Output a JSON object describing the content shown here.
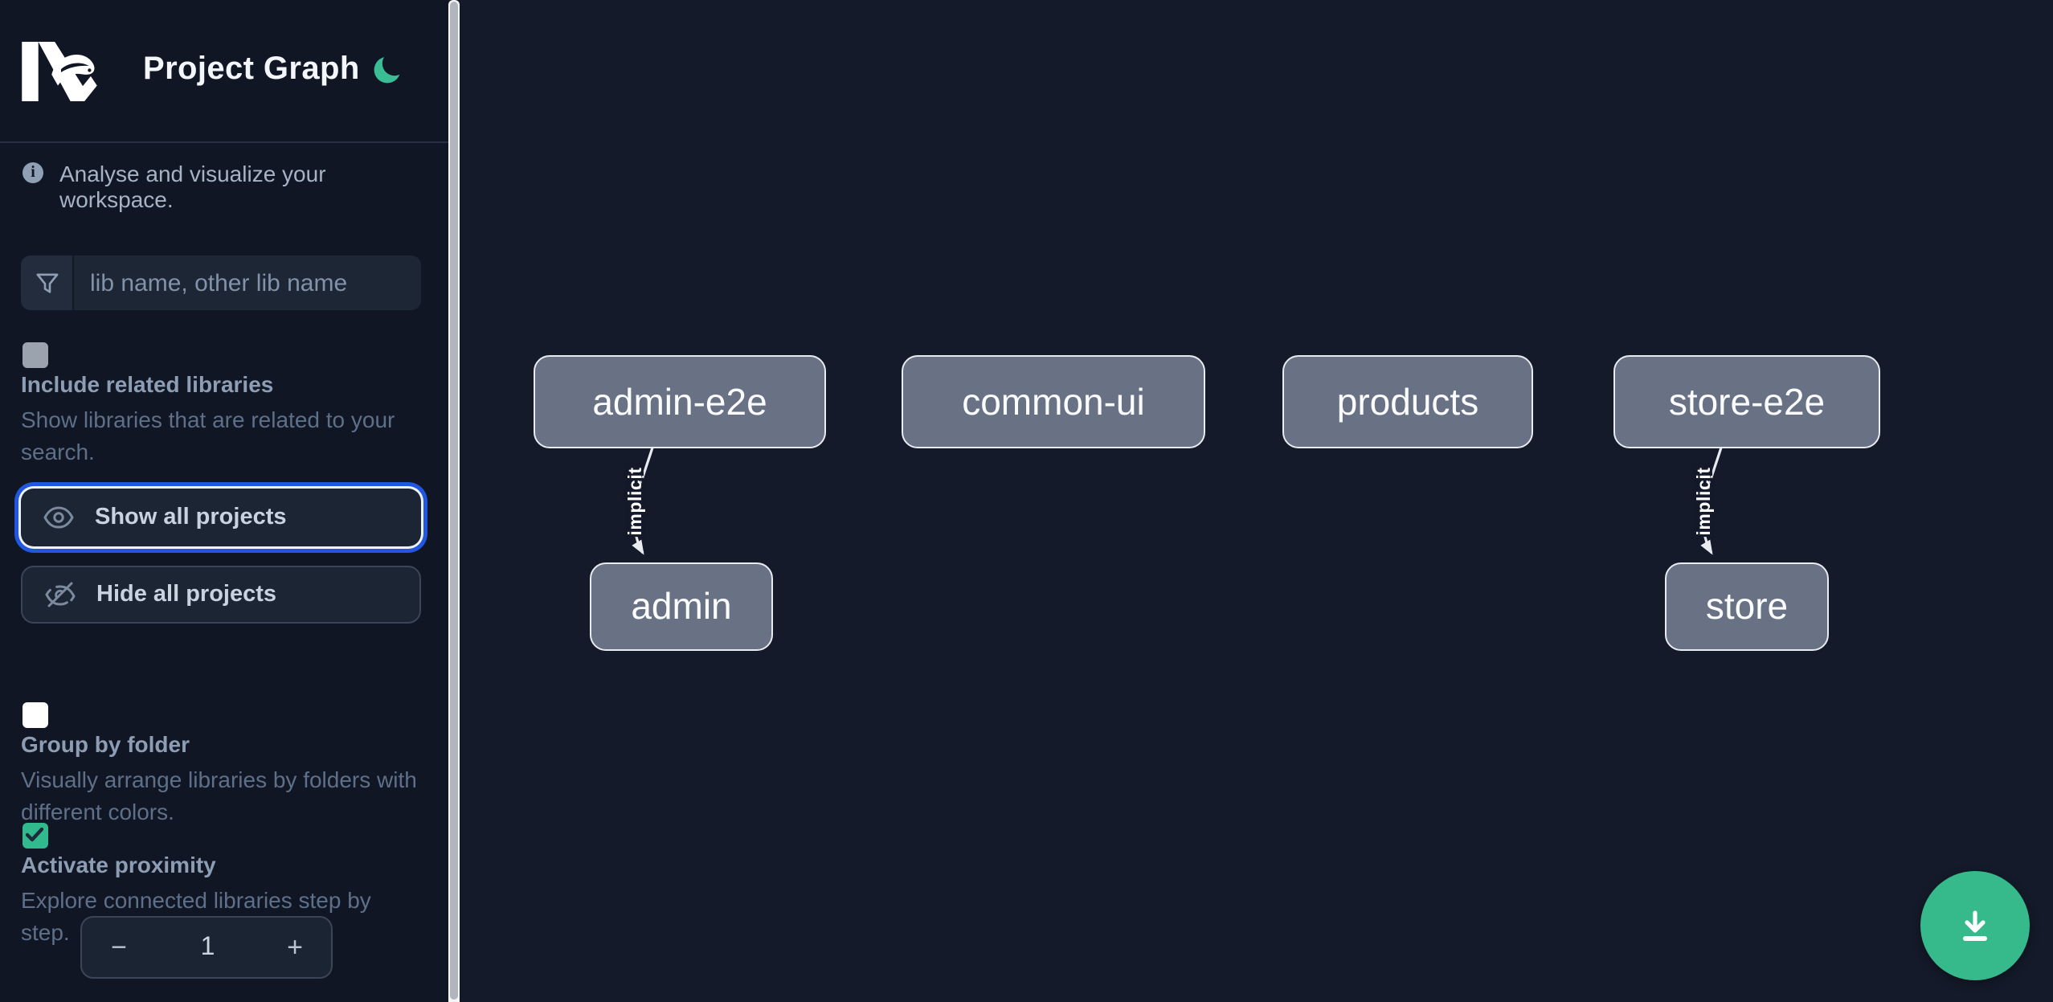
{
  "header": {
    "app_name": "Nx",
    "title": "Project Graph",
    "theme_icon": "moon-icon"
  },
  "sidebar": {
    "tagline": "Analyse and visualize your workspace.",
    "search": {
      "placeholder": "lib name, other lib name",
      "value": "",
      "icon": "funnel-icon"
    },
    "checkboxes": [
      {
        "label": "Include related libraries",
        "description": "Show libraries that are related to your search.",
        "checked": false,
        "disabled": true
      },
      {
        "label": "Group by folder",
        "description": "Visually arrange libraries by folders with different colors.",
        "checked": false,
        "disabled": false
      },
      {
        "label": "Activate proximity",
        "description": "Explore connected libraries step by step.",
        "checked": true,
        "disabled": false
      }
    ],
    "actions": [
      {
        "label": "Show all projects",
        "icon": "eye-icon",
        "focused": true
      },
      {
        "label": "Hide all projects",
        "icon": "eye-off-icon",
        "focused": false
      }
    ],
    "proximity_stepper": {
      "decrement": "−",
      "value": "1",
      "increment": "+"
    }
  },
  "graph": {
    "nodes": [
      {
        "label": "admin-e2e"
      },
      {
        "label": "common-ui"
      },
      {
        "label": "products"
      },
      {
        "label": "store-e2e"
      },
      {
        "label": "admin"
      },
      {
        "label": "store"
      }
    ],
    "edges": [
      {
        "from": "admin-e2e",
        "to": "admin",
        "label": "implicit"
      },
      {
        "from": "store-e2e",
        "to": "store",
        "label": "implicit"
      }
    ]
  },
  "fab": {
    "icon": "download-icon"
  },
  "colors": {
    "sidebar_bg": "#111624",
    "canvas_bg": "#141a29",
    "accent_green": "#36b98b",
    "focus_blue": "#2157e0",
    "node_fill": "#687284",
    "node_border": "#e8ebf0"
  }
}
